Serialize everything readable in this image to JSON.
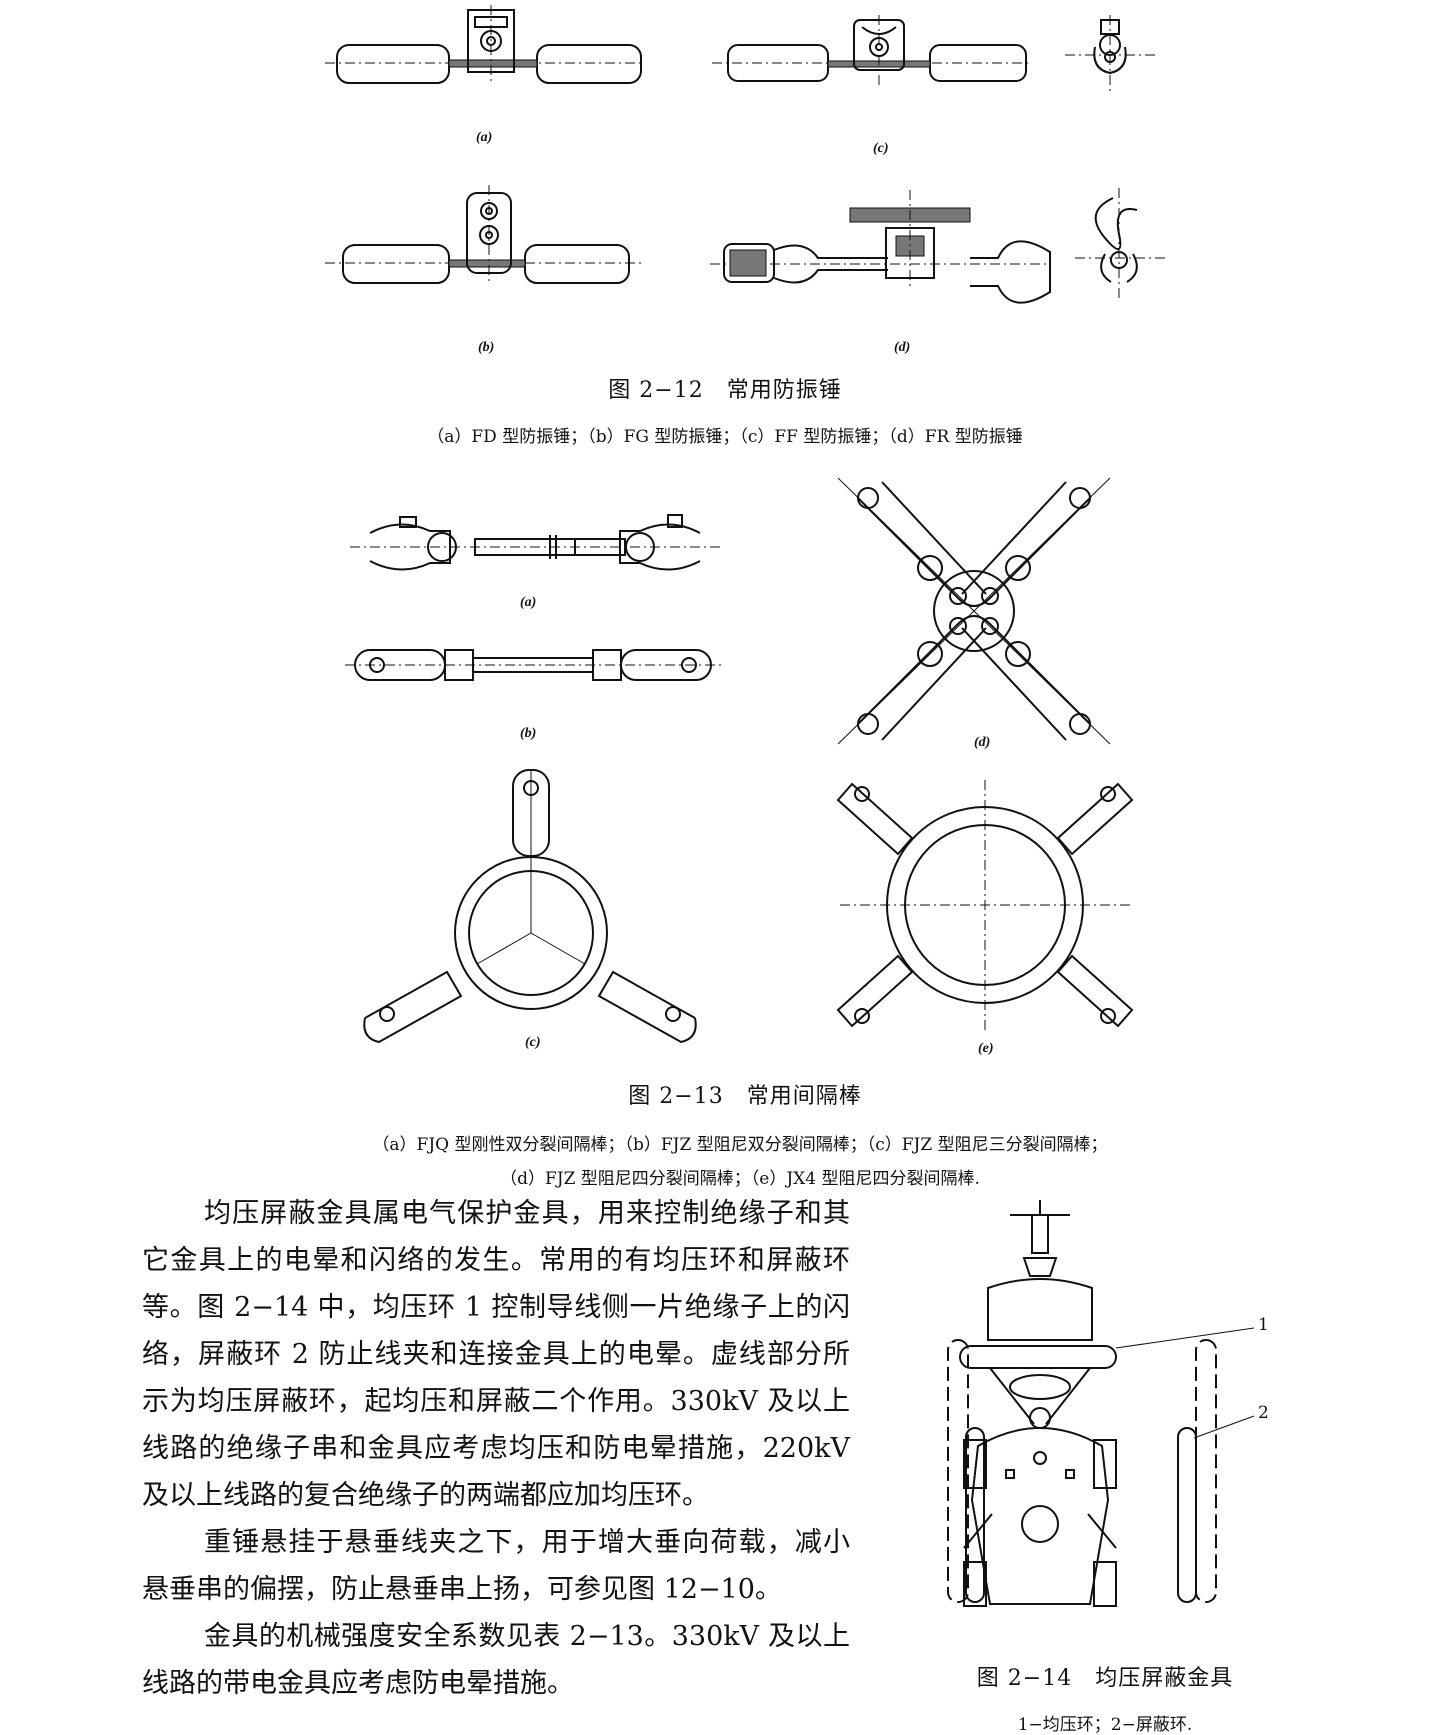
{
  "figure_2_12": {
    "labels": {
      "a": "(a)",
      "b": "(b)",
      "c": "(c)",
      "d": "(d)"
    },
    "caption": "图 2−12　常用防振锤",
    "legend": "（a）FD 型防振锤；（b）FG 型防振锤；（c）FF 型防振锤；（d）FR 型防振锤"
  },
  "figure_2_13": {
    "labels": {
      "a": "(a)",
      "b": "(b)",
      "c": "(c)",
      "d": "(d)",
      "e": "(e)"
    },
    "caption": "图 2−13　常用间隔棒",
    "legend_line1": "（a）FJQ 型刚性双分裂间隔棒；（b）FJZ 型阻尼双分裂间隔棒；（c）FJZ 型阻尼三分裂间隔棒；",
    "legend_line2": "（d）FJZ 型阻尼四分裂间隔棒；（e）JX4 型阻尼四分裂间隔棒."
  },
  "figure_2_14": {
    "callouts": {
      "one": "1",
      "two": "2"
    },
    "caption": "图 2−14　均压屏蔽金具",
    "legend": "1−均压环；2−屏蔽环."
  },
  "body": {
    "paragraph1": "均压屏蔽金具属电气保护金具，用来控制绝缘子和其它金具上的电晕和闪络的发生。常用的有均压环和屏蔽环等。图 2−14 中，均压环 1 控制导线侧一片绝缘子上的闪络，屏蔽环 2 防止线夹和连接金具上的电晕。虚线部分所示为均压屏蔽环，起均压和屏蔽二个作用。330kV 及以上线路的绝缘子串和金具应考虑均压和防电晕措施，220kV 及以上线路的复合绝缘子的两端都应加均压环。",
    "paragraph2": "重锤悬挂于悬垂线夹之下，用于增大垂向荷载，减小悬垂串的偏摆，防止悬垂串上扬，可参见图 12−10。",
    "paragraph3": "金具的机械强度安全系数见表 2−13。330kV 及以上线路的带电金具应考虑防电晕措施。"
  }
}
